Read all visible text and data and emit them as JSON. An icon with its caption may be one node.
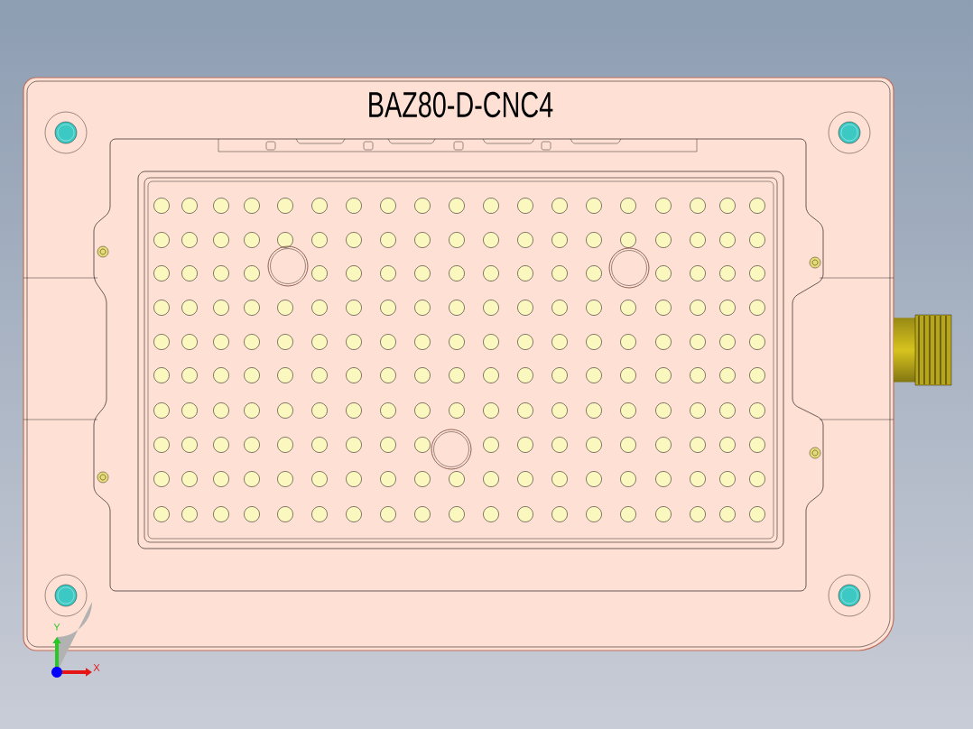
{
  "diagram": {
    "labels": [
      "BAZ80-D-CNC4",
      "Y",
      "X"
    ]
  }
}
